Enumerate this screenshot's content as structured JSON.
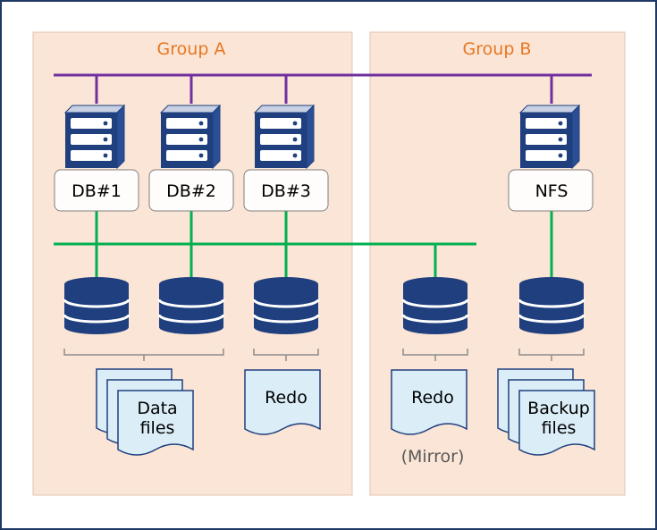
{
  "groups": {
    "a_title": "Group A",
    "b_title": "Group B"
  },
  "servers": {
    "db1": "DB#1",
    "db2": "DB#2",
    "db3": "DB#3",
    "nfs": "NFS"
  },
  "documents": {
    "data_files_line1": "Data",
    "data_files_line2": "files",
    "redo_a": "Redo",
    "redo_b": "Redo",
    "mirror_note": "(Mirror)",
    "backup_line1": "Backup",
    "backup_line2": "files"
  },
  "colors": {
    "group_fill": "#fbe5d6",
    "group_title": "#e87722",
    "server_blue": "#1f3f7f",
    "purple_network": "#7030a0",
    "green_storage_network": "#00b050",
    "document_fill": "#dbeef7",
    "frame_border": "#1f3864"
  },
  "icons": {
    "server": "server-tower-icon",
    "database": "database-cylinder-icon",
    "document": "document-stack-icon"
  }
}
